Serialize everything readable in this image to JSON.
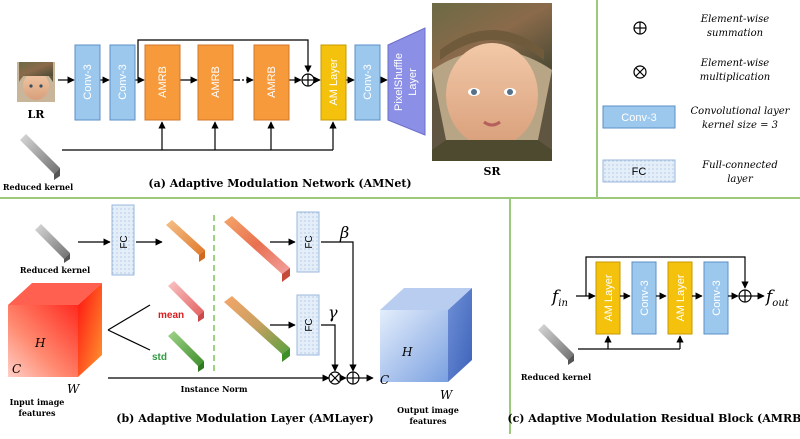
{
  "colors": {
    "conv": "#9cc8ee",
    "conv_border": "#5b8fc4",
    "amrb": "#f79a3b",
    "amrb_border": "#d0772a",
    "am_layer": "#f4c20d",
    "am_border": "#c59a00",
    "pixelshuffle": "#8b8fe6",
    "fc_fill": "#d6e6f6",
    "panel_border": "#9cc97c",
    "mean_text": "#d81e1e",
    "std_text": "#2e9b3e"
  },
  "panel_a": {
    "caption": "(a) Adaptive Modulation Network (AMNet)",
    "lr_label": "LR",
    "sr_label": "SR",
    "reduced_kernel_label": "Reduced kernel",
    "conv1_label": "Conv-3",
    "conv2_label": "Conv-3",
    "amrb_labels": [
      "AMRB",
      "AMRB",
      "AMRB"
    ],
    "am_layer_label": "AM Layer",
    "conv3_label": "Conv-3",
    "pixelshuffle_label": "PixelShuffle Layer"
  },
  "legend": {
    "items": [
      {
        "icon": "sum-icon",
        "symbol": "⊕",
        "text_lines": [
          "Element-wise",
          "summation"
        ]
      },
      {
        "icon": "product-icon",
        "symbol": "⊗",
        "text_lines": [
          "Element-wise",
          "multiplication"
        ]
      },
      {
        "box_label": "Conv-3",
        "text_lines": [
          "Convolutional layer",
          "kernel size = 3"
        ]
      },
      {
        "box_label": "FC",
        "text_lines": [
          "Full-connected",
          "layer"
        ]
      }
    ]
  },
  "panel_b": {
    "caption": "(b) Adaptive Modulation Layer (AMLayer)",
    "reduced_kernel_label": "Reduced kernel",
    "fc_labels": [
      "FC",
      "FC",
      "FC"
    ],
    "mean_label": "mean",
    "std_label": "std",
    "instance_norm_label": "Instance Norm",
    "beta": "β",
    "gamma": "γ",
    "input_dims": {
      "h": "H",
      "w": "W",
      "c": "C"
    },
    "input_caption": [
      "Input image",
      "features"
    ],
    "output_dims": {
      "h": "H",
      "w": "W",
      "c": "C"
    },
    "output_caption": [
      "Output image",
      "features"
    ]
  },
  "panel_c": {
    "caption": "(c) Adaptive Modulation Residual Block (AMRB)",
    "f_in": "f",
    "f_in_sub": "in",
    "f_out": "f",
    "f_out_sub": "out",
    "blocks": [
      "AM Layer",
      "Conv-3",
      "AM Layer",
      "Conv-3"
    ],
    "reduced_kernel_label": "Reduced kernel"
  }
}
